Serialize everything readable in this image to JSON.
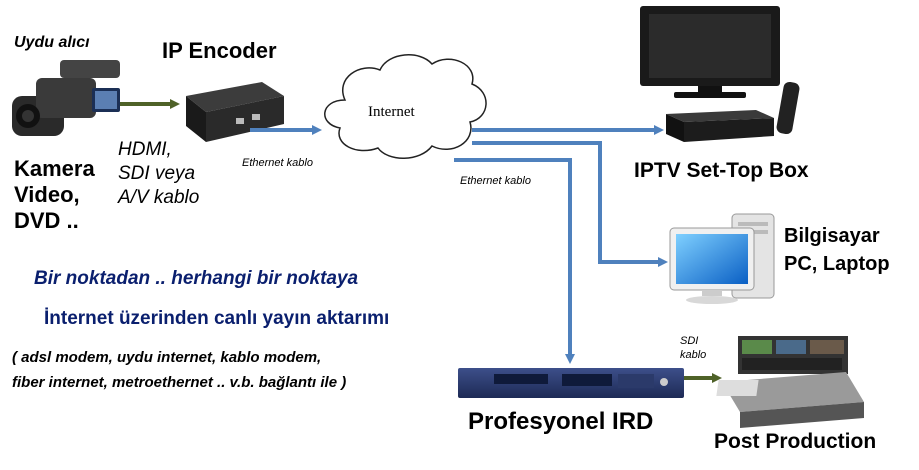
{
  "source": {
    "receiver_label": "Uydu alıcı",
    "camera_lines": [
      "Kamera",
      "Video,",
      "DVD .."
    ]
  },
  "encoder": {
    "title": "IP Encoder",
    "input_lines": [
      "HDMI,",
      "SDI veya",
      "A/V kablo"
    ],
    "output_cable": "Ethernet kablo"
  },
  "cloud": {
    "label": "Internet",
    "output_cable": "Ethernet kablo"
  },
  "destinations": {
    "settop": "IPTV Set-Top Box",
    "computer_lines": [
      "Bilgisayar",
      "PC, Laptop"
    ],
    "ird": "Profesyonel IRD",
    "ird_link_lines": [
      "SDI",
      "kablo"
    ],
    "post": "Post Production"
  },
  "captions": {
    "line1": "Bir noktadan .. herhangi bir noktaya",
    "line2": "İnternet üzerinden canlı yayın aktarımı",
    "line3": "( adsl modem, uydu internet, kablo modem,",
    "line4": "fiber internet, metroethernet .. v.b. bağlantı ile )"
  },
  "colors": {
    "blue_arrow": "#4f81bd",
    "green_arrow": "#4f6228",
    "caption_blue": "#0a1f6e"
  }
}
